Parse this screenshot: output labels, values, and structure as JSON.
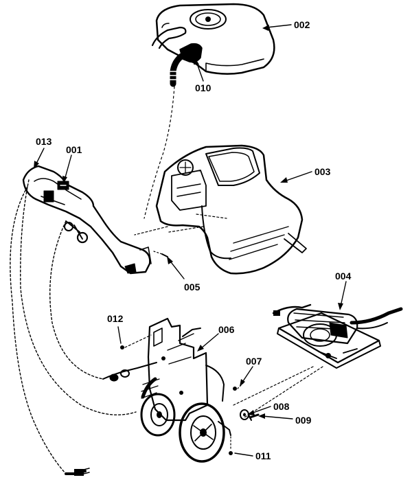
{
  "diagram": {
    "ink_color": "#000000",
    "paper_color": "#ffffff",
    "callouts": [
      {
        "id": "001",
        "label": "001"
      },
      {
        "id": "002",
        "label": "002"
      },
      {
        "id": "003",
        "label": "003"
      },
      {
        "id": "004",
        "label": "004"
      },
      {
        "id": "005",
        "label": "005"
      },
      {
        "id": "006",
        "label": "006"
      },
      {
        "id": "007",
        "label": "007"
      },
      {
        "id": "008",
        "label": "008"
      },
      {
        "id": "009",
        "label": "009"
      },
      {
        "id": "010",
        "label": "010"
      },
      {
        "id": "011",
        "label": "011"
      },
      {
        "id": "012",
        "label": "012"
      },
      {
        "id": "013",
        "label": "013"
      }
    ]
  }
}
